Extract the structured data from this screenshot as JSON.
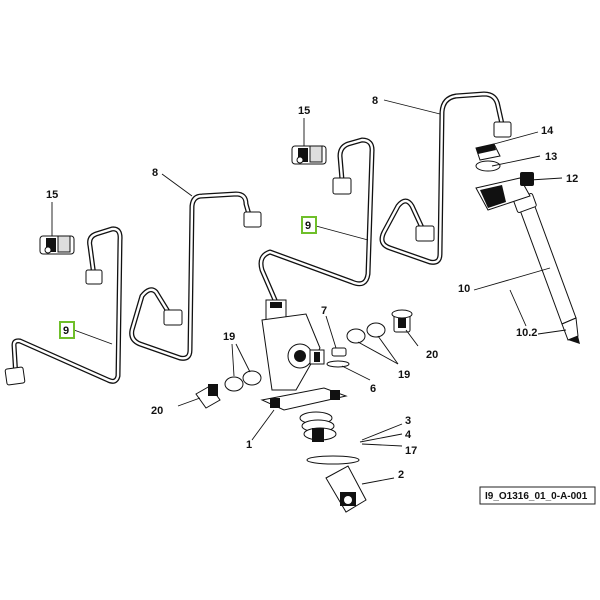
{
  "diagram": {
    "callouts": [
      {
        "id": "c15a",
        "text": "15"
      },
      {
        "id": "c15b",
        "text": "15"
      },
      {
        "id": "c8a",
        "text": "8"
      },
      {
        "id": "c8b",
        "text": "8"
      },
      {
        "id": "c9a",
        "text": "9"
      },
      {
        "id": "c9b",
        "text": "9"
      },
      {
        "id": "c14",
        "text": "14"
      },
      {
        "id": "c13",
        "text": "13"
      },
      {
        "id": "c12",
        "text": "12"
      },
      {
        "id": "c10",
        "text": "10"
      },
      {
        "id": "c10_2",
        "text": "10.2"
      },
      {
        "id": "c7",
        "text": "7"
      },
      {
        "id": "c6",
        "text": "6"
      },
      {
        "id": "c19a",
        "text": "19"
      },
      {
        "id": "c19b",
        "text": "19"
      },
      {
        "id": "c20a",
        "text": "20"
      },
      {
        "id": "c20b",
        "text": "20"
      },
      {
        "id": "c1",
        "text": "1"
      },
      {
        "id": "c3",
        "text": "3"
      },
      {
        "id": "c4",
        "text": "4"
      },
      {
        "id": "c17",
        "text": "17"
      },
      {
        "id": "c2",
        "text": "2"
      }
    ],
    "figure_code": "I9_O1316_01_0-A-001",
    "highlight_color": "#6fbf2a"
  }
}
